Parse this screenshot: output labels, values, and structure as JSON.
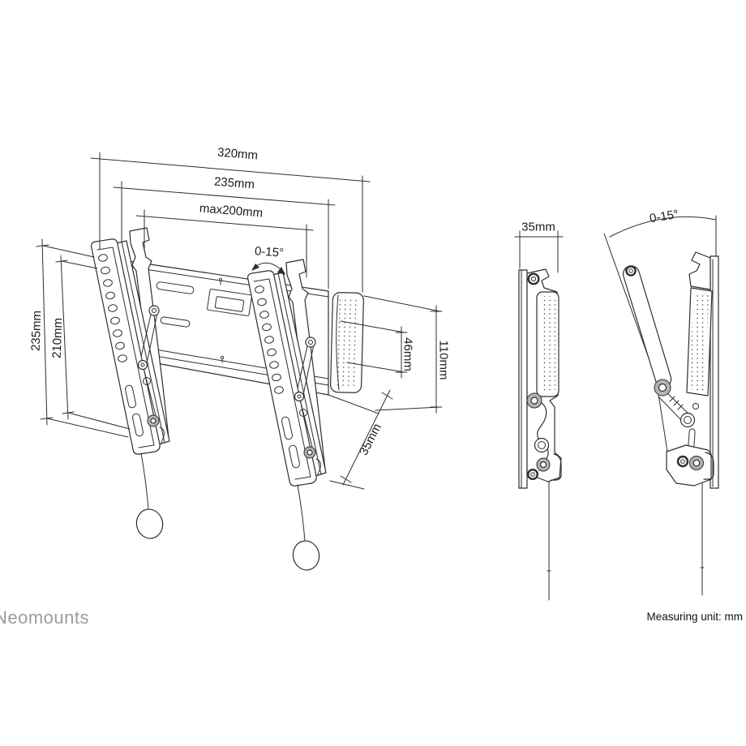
{
  "front_view": {
    "dim_total_width": "320mm",
    "dim_plate_width": "235mm",
    "dim_vesa_width": "max200mm",
    "tilt_range": "0-15°",
    "dim_total_height": "235mm",
    "dim_vesa_height": "210mm",
    "dim_rail_height": "46mm",
    "dim_plate_height": "110mm",
    "dim_depth": "35mm"
  },
  "side_view": {
    "dim_depth": "35mm",
    "tilt_range": "0-15°"
  },
  "footer": {
    "brand": "Neomounts",
    "measuring_unit": "Measuring unit: mm"
  },
  "colors": {
    "line": "#2e2e2e",
    "brand": "#9b9b9b",
    "bolt": "#b3b3b3",
    "bg": "#ffffff"
  }
}
